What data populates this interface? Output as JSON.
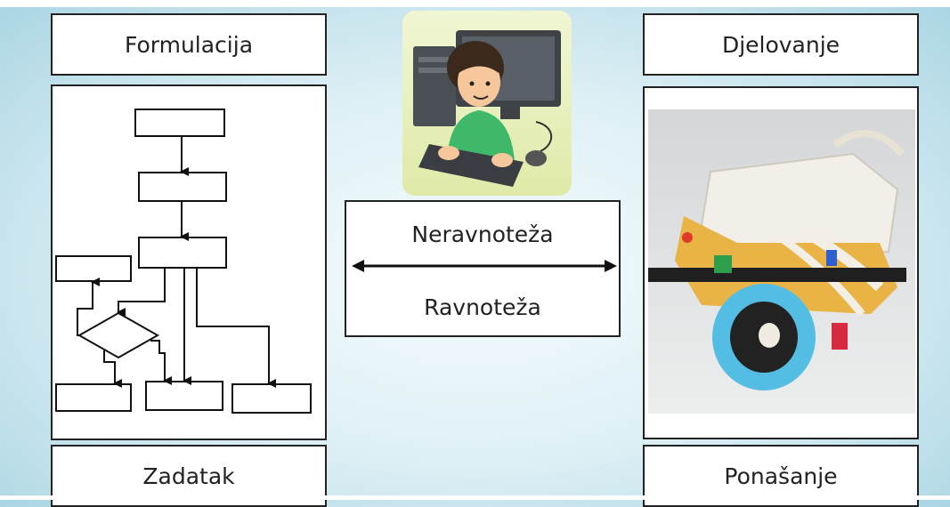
{
  "left": {
    "top_label": "Formulacija",
    "bottom_label": "Zadatak"
  },
  "right": {
    "top_label": "Djelovanje",
    "bottom_label": "Ponašanje"
  },
  "center": {
    "top_label": "Neravnoteža",
    "bottom_label": "Ravnoteža"
  },
  "illustration": "person-at-computer-icon",
  "photo": "robot-photo",
  "colors": {
    "background": "#c9e6ef",
    "box_border": "#222222",
    "card_background": "#e6efb8",
    "robot_wheel": "#4db8de"
  }
}
